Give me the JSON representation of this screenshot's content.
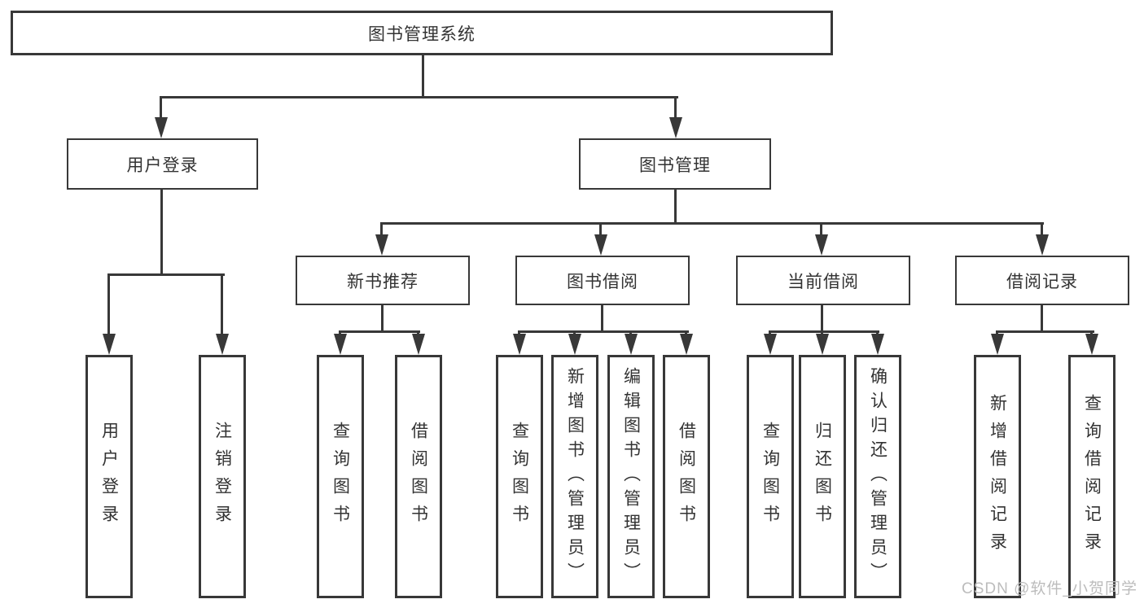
{
  "diagram": {
    "root": {
      "label": "图书管理系统"
    },
    "level2": [
      {
        "label": "用户登录"
      },
      {
        "label": "图书管理"
      }
    ],
    "level3": [
      {
        "label": "新书推荐",
        "parent": "图书管理"
      },
      {
        "label": "图书借阅",
        "parent": "图书管理"
      },
      {
        "label": "当前借阅",
        "parent": "图书管理"
      },
      {
        "label": "借阅记录",
        "parent": "图书管理"
      }
    ],
    "leaves": [
      {
        "label": "用户登录",
        "parent": "用户登录"
      },
      {
        "label": "注销登录",
        "parent": "用户登录"
      },
      {
        "label": "查询图书",
        "parent": "新书推荐"
      },
      {
        "label": "借阅图书",
        "parent": "新书推荐"
      },
      {
        "label": "查询图书",
        "parent": "图书借阅"
      },
      {
        "label": "新增图书（管理员）",
        "parent": "图书借阅"
      },
      {
        "label": "编辑图书（管理员）",
        "parent": "图书借阅"
      },
      {
        "label": "借阅图书",
        "parent": "图书借阅"
      },
      {
        "label": "查询图书",
        "parent": "当前借阅"
      },
      {
        "label": "归还图书",
        "parent": "当前借阅"
      },
      {
        "label": "确认归还（管理员）",
        "parent": "当前借阅"
      },
      {
        "label": "新增借阅记录",
        "parent": "借阅记录"
      },
      {
        "label": "查询借阅记录",
        "parent": "借阅记录"
      }
    ],
    "watermark": "CSDN @软件_小贺同学",
    "colors": {
      "line": "#383838",
      "text": "#333333",
      "watermark": "#bcbcbc",
      "background": "#ffffff"
    }
  }
}
